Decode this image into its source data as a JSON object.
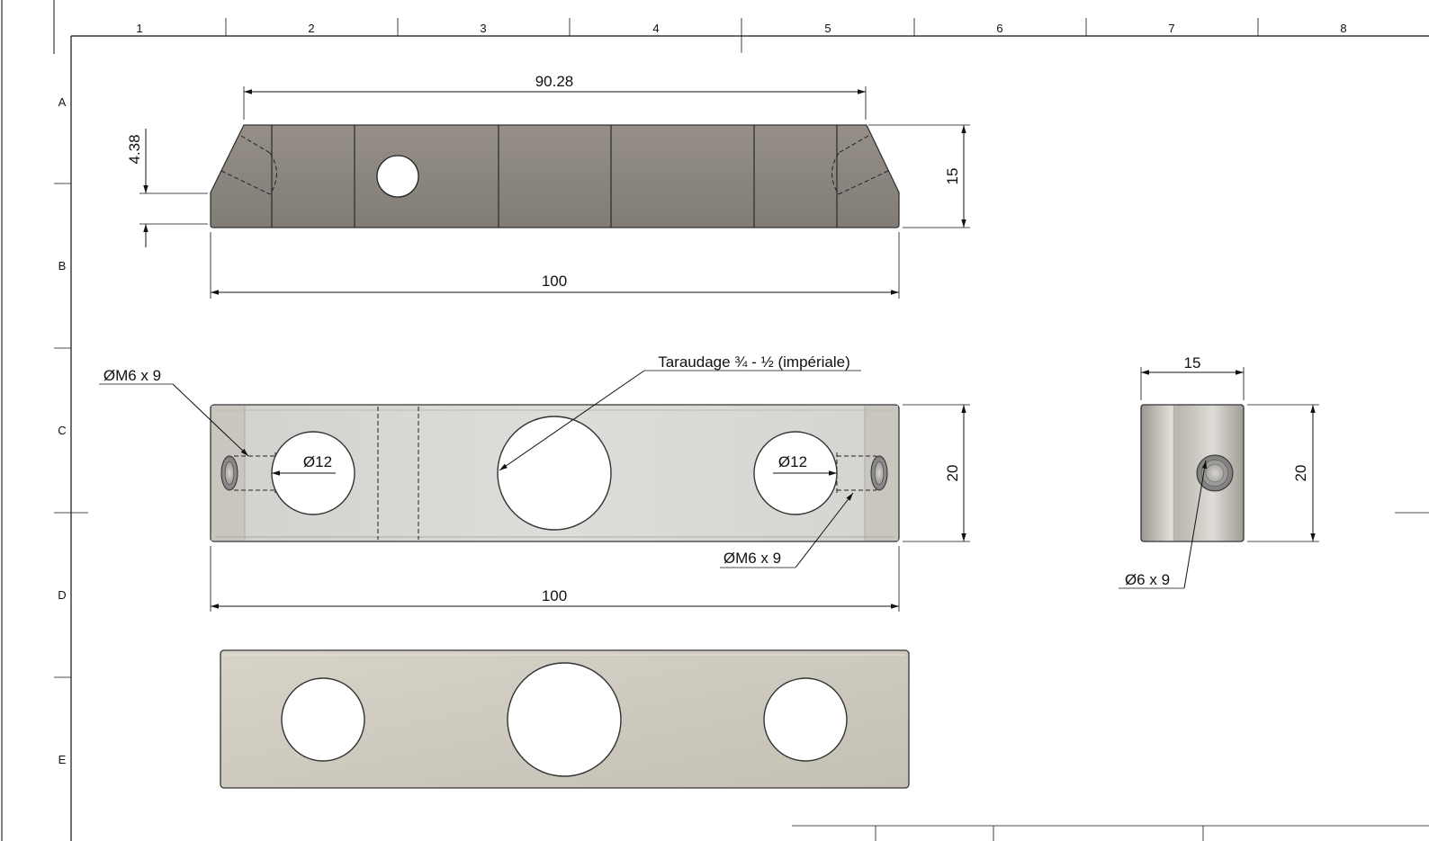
{
  "sheet": {
    "zone_columns": [
      "1",
      "2",
      "3",
      "4",
      "5",
      "6",
      "7",
      "8"
    ],
    "zone_rows": [
      "A",
      "B",
      "C",
      "D",
      "E"
    ]
  },
  "dimensions": {
    "top_view_chamfer_span": "90.28",
    "top_view_step_height": "4.38",
    "top_view_height": "15",
    "top_view_length": "100",
    "front_view_height": "20",
    "front_view_length": "100",
    "side_view_width": "15",
    "side_view_height": "20"
  },
  "callouts": {
    "thread_imperial": "Taraudage ¾ - ½ (impériale)",
    "left_tapped_hole": "ØM6 x 9",
    "right_tapped_hole": "ØM6 x 9",
    "left_bore": "Ø12",
    "right_bore": "Ø12",
    "side_hole": "Ø6 x 9"
  },
  "colors": {
    "top_view_fill": "#8b8680",
    "front_view_fill": "#d6d8d3",
    "front_view_end_fill": "#c9c6bf",
    "bottom_view_fill": "#cdc9bd",
    "side_view_fill": "#c8c4bc",
    "line": "#111111"
  }
}
